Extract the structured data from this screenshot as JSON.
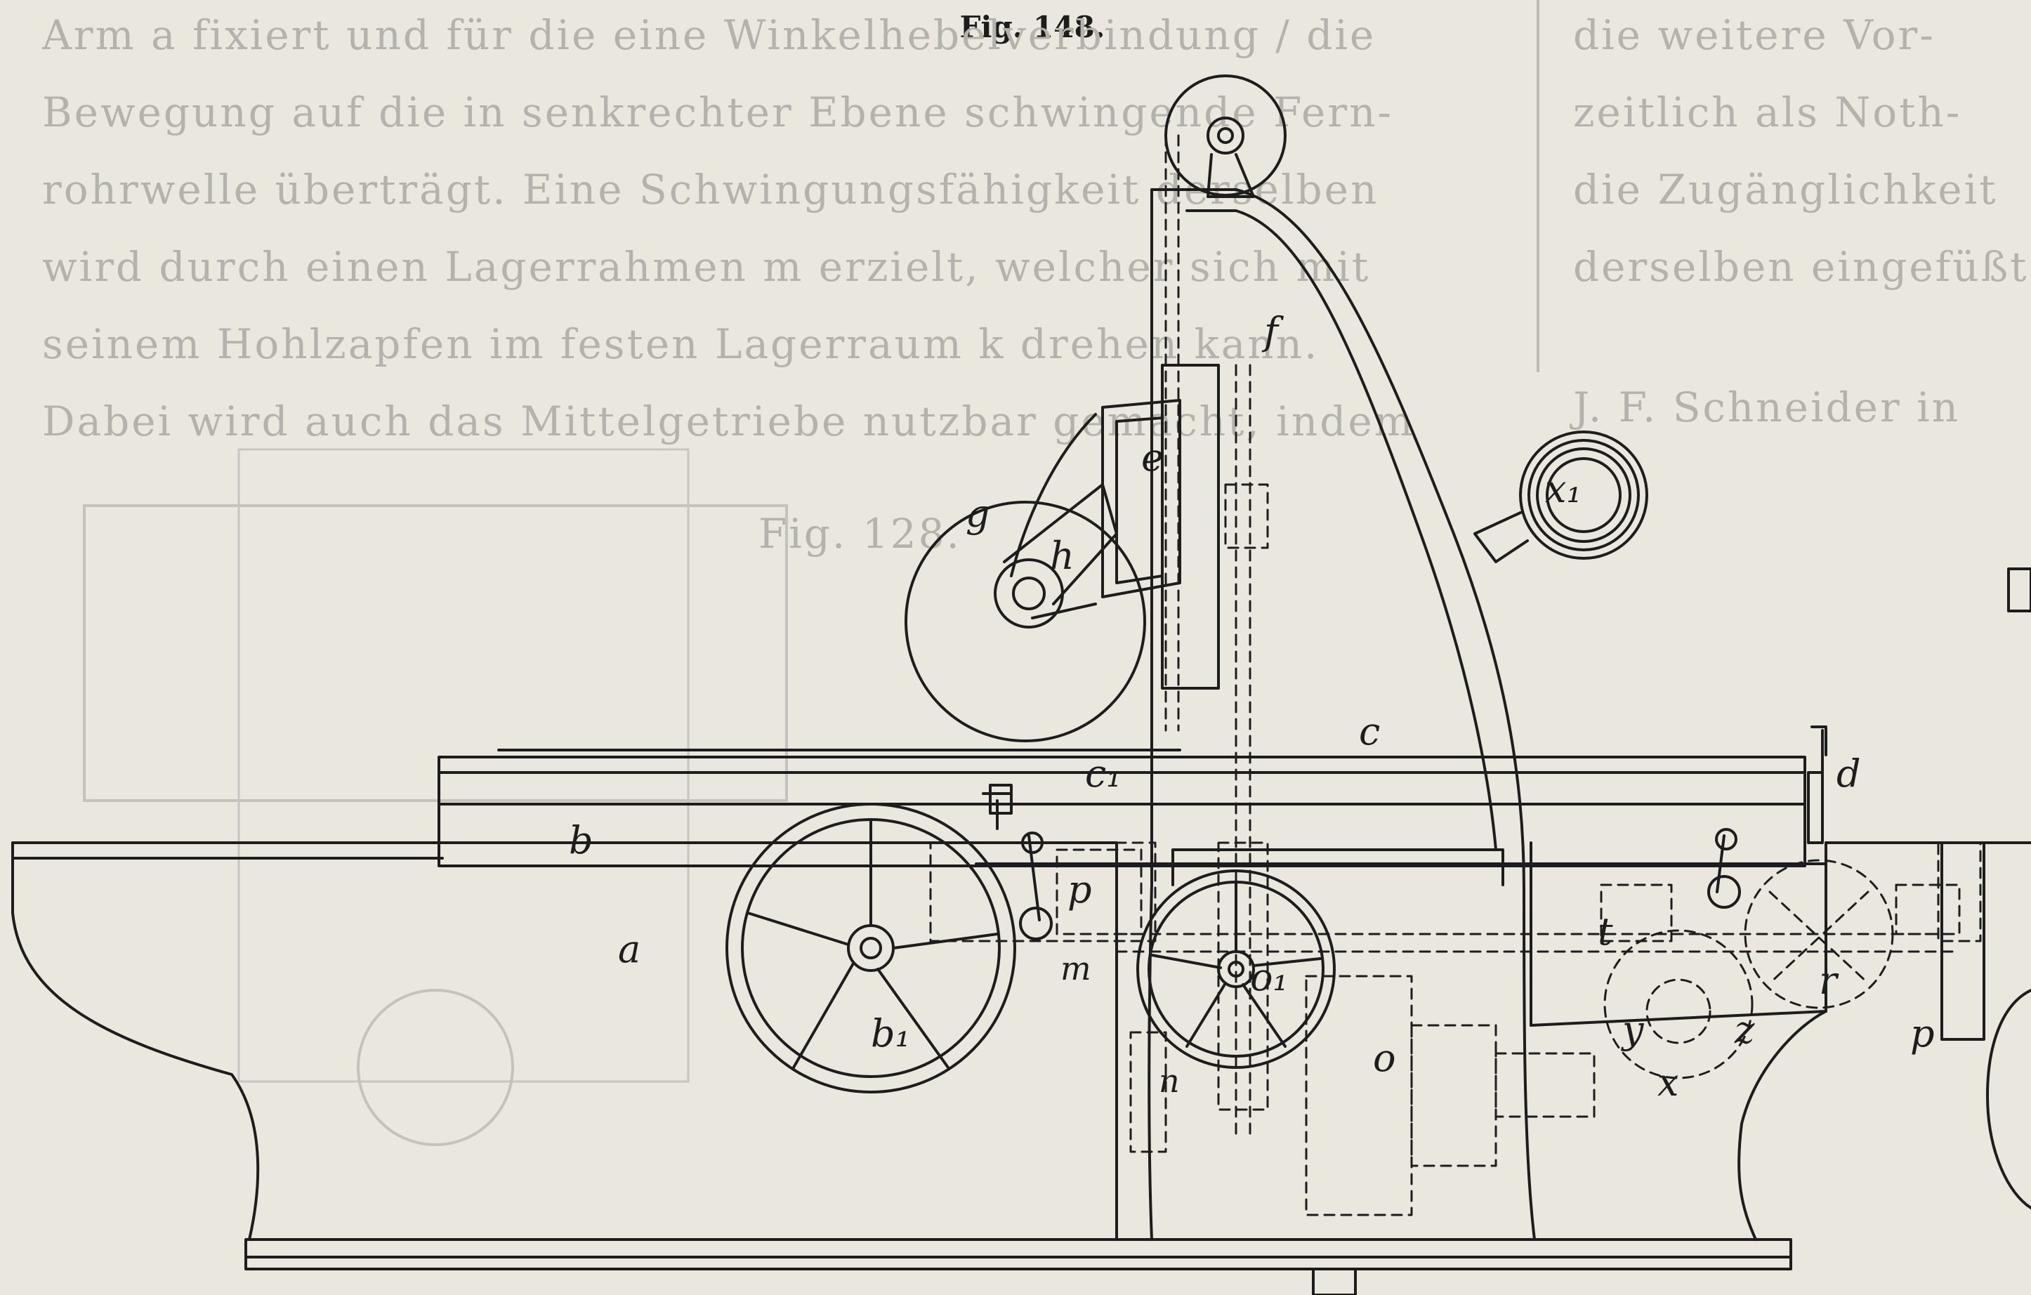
{
  "figure": {
    "caption": "Fig. 148.",
    "labels": {
      "a": "a",
      "b": "b",
      "b1": "b₁",
      "c": "c",
      "c1": "c₁",
      "d": "d",
      "e": "e",
      "f": "f",
      "g": "g",
      "h": "h",
      "m": "m",
      "n": "n",
      "o": "o",
      "o1": "o₁",
      "p": "p",
      "p1": "p",
      "r": "r",
      "t": "t",
      "x": "x",
      "x1": "x₁",
      "y": "y",
      "z": "z"
    }
  },
  "bleed_through": {
    "lines": [
      "Arm a fixiert und für die eine Winkelhebelverbindung / die",
      "Bewegung auf die in senkrechter Ebene schwingende Fern-",
      "rohrwelle überträgt. Eine Schwingungsfähigkeit derselben",
      "wird durch einen Lagerrahmen m erzielt, welcher sich mit",
      "seinem Hohlzapfen im festen Lagerraum k drehen kann.",
      "Dabei wird auch das Mittelgetriebe nutzbar gemacht, indem",
      "Fig. 128."
    ],
    "right_lines": [
      "die weitere Vor-",
      "zeitlich als Noth-",
      "die Zugänglichkeit",
      "derselben eingefüßt",
      "J. F. Schneider in"
    ]
  },
  "colors": {
    "paper": "#e9e7de",
    "ink": "#1d1d1d",
    "bleed": "#b4b3ab"
  }
}
